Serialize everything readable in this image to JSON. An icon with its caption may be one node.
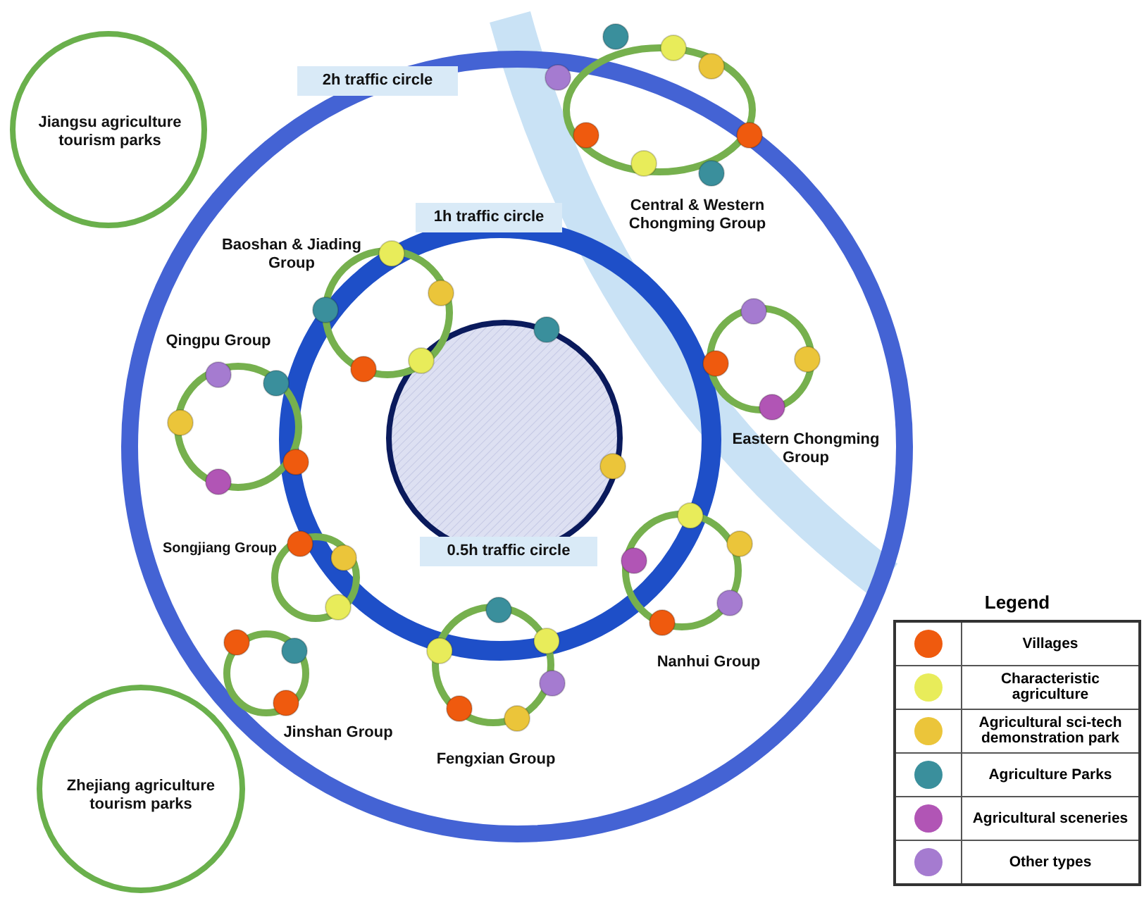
{
  "diagram": {
    "nodes": [
      {
        "text": [
          "Jiangsu agriculture tourism parks"
        ]
      },
      {
        "text": [
          "2h traffic circle"
        ]
      },
      {
        "text": [
          "Central & Western Chongming Group"
        ],
        "in": 1
      },
      {
        "text": [
          "1h traffic circle"
        ],
        "in": 1
      },
      {
        "text": [
          "Baoshan & Jiading Group"
        ],
        "in": 3
      },
      {
        "text": [
          "Qingpu Group"
        ],
        "in": 1
      },
      {
        "text": [
          "Eastern Chongming Group"
        ],
        "in": 1
      },
      {
        "text": [
          "0.5h traffic circle"
        ],
        "in": 3
      },
      {
        "text": [
          "Songjiang Group"
        ],
        "in": 1
      },
      {
        "text": [
          "Nanhui Group"
        ],
        "in": 1
      },
      {
        "text": [
          "Jinshan Group"
        ],
        "in": 1
      },
      {
        "text": [
          "Fengxian Group"
        ],
        "in": 1
      },
      {
        "text": [
          "Zhejiang agriculture tourism parks"
        ]
      }
    ],
    "labels": [
      "Legend"
    ],
    "legend": [
      {
        "text": "Villages",
        "color": "#ef5a0e"
      },
      {
        "text": "Characteristic agriculture",
        "color": "#e8ec5a"
      },
      {
        "text": "Agricultural sci-tech demonstration park",
        "color": "#ebc53a"
      },
      {
        "text": "Agriculture Parks",
        "color": "#3a8f9c"
      },
      {
        "text": "Agricultural sceneries",
        "color": "#b155b5"
      },
      {
        "text": "Other types",
        "color": "#a57bd0"
      }
    ]
  }
}
